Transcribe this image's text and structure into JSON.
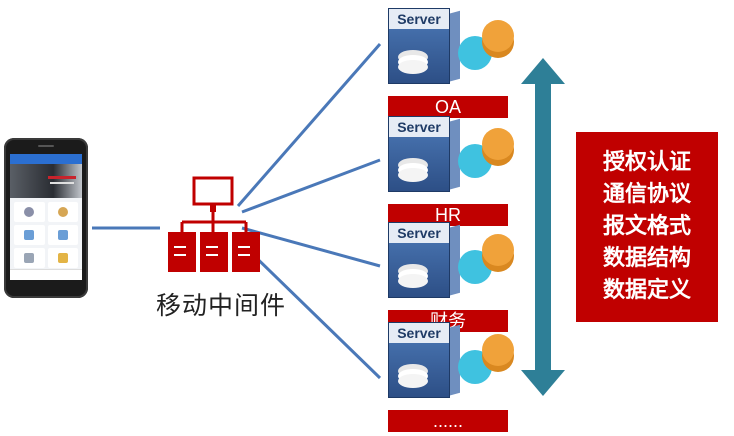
{
  "middleware": {
    "label": "移动中间件"
  },
  "servers": [
    {
      "head": "Server",
      "label": "OA"
    },
    {
      "head": "Server",
      "label": "HR"
    },
    {
      "head": "Server",
      "label": "财务"
    },
    {
      "head": "Server",
      "label": "......"
    }
  ],
  "legend": {
    "items": [
      "授权认证",
      "通信协议",
      "报文格式",
      "数据结构",
      "数据定义"
    ]
  },
  "colors": {
    "accent_red": "#c00000",
    "connector_blue": "#4a78b8",
    "arrow_teal": "#2e7f97"
  }
}
